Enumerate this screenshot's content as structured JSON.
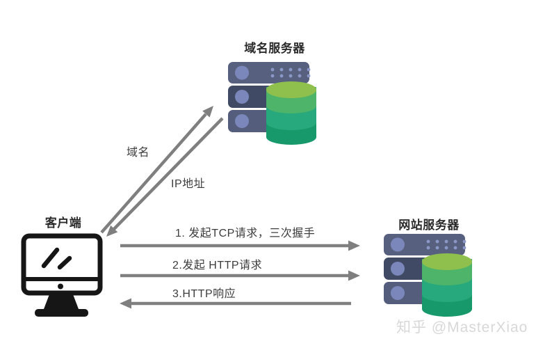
{
  "diagram": {
    "description_labels_only": "DNS lookup and HTTP request flow"
  },
  "nodes": {
    "dns_server": {
      "label": "域名服务器",
      "icon": "server-database-icon"
    },
    "client": {
      "label": "客户端",
      "icon": "desktop-computer-icon"
    },
    "web_server": {
      "label": "网站服务器",
      "icon": "server-database-icon"
    }
  },
  "edges": [
    {
      "label": "域名",
      "from": "client",
      "to": "dns_server",
      "direction": "up-right"
    },
    {
      "label": "IP地址",
      "from": "dns_server",
      "to": "client",
      "direction": "down-left"
    },
    {
      "label": "1. 发起TCP请求，三次握手",
      "from": "client",
      "to": "web_server",
      "direction": "right"
    },
    {
      "label": "2.发起 HTTP请求",
      "from": "client",
      "to": "web_server",
      "direction": "right"
    },
    {
      "label": "3.HTTP响应",
      "from": "web_server",
      "to": "client",
      "direction": "left"
    }
  ],
  "watermark": {
    "text": "知乎 @MasterXiao"
  },
  "colors": {
    "background": "#ffffff",
    "arrow": "#7f7f7f",
    "label_text": "#2b2b2b",
    "watermark": "#d8d8d8",
    "rack_top": "#57617f",
    "rack_middle": "#404a64",
    "rack_bottom": "#545e7c",
    "rack_circle": "#7b87ba",
    "rack_dots": "#8b97c6",
    "db_top": "#8fc04d",
    "db_band1": "#4eb46a",
    "db_band2": "#27a97d",
    "db_band3": "#17996c",
    "monitor_outline": "#161616"
  }
}
